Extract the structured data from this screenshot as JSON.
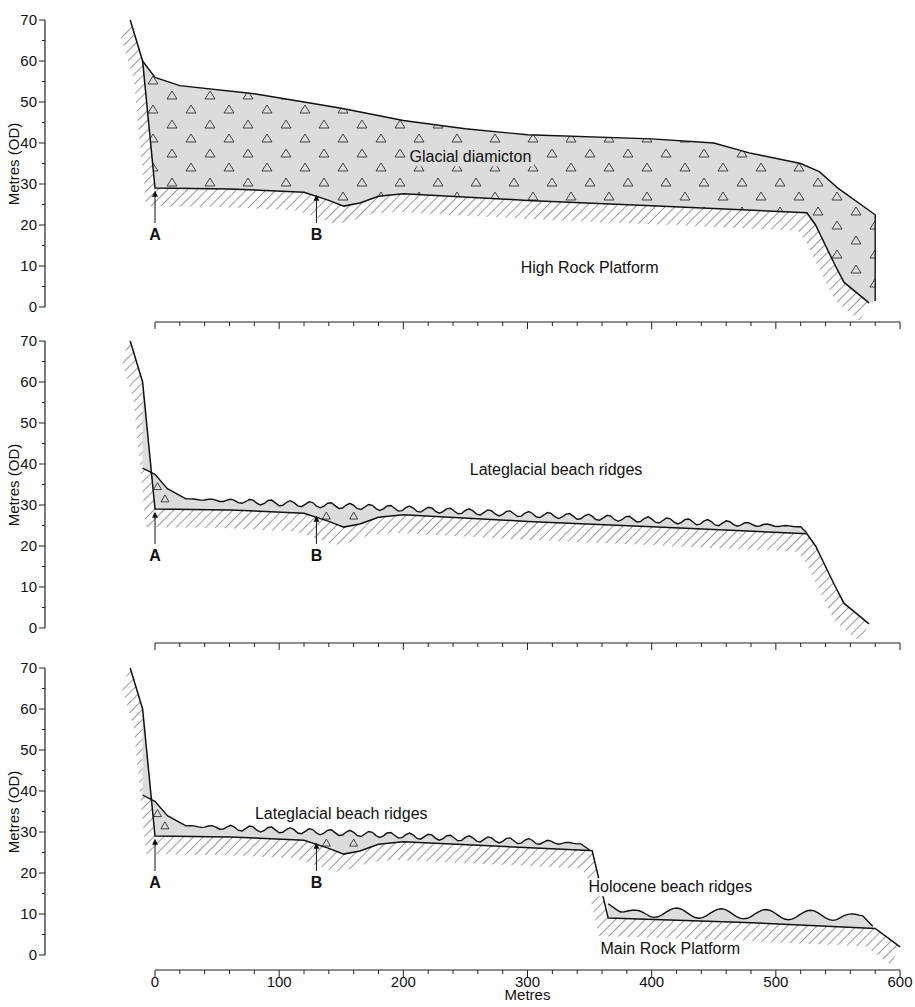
{
  "diagram": {
    "labels": [
      "70",
      "60",
      "50",
      "40",
      "30",
      "20",
      "10",
      "0",
      "Metres (OD)",
      "70",
      "60",
      "50",
      "40",
      "30",
      "20",
      "10",
      "0",
      "Metres (OD)",
      "70",
      "60",
      "50",
      "40",
      "30",
      "20",
      "10",
      "0",
      "Metres (OD)",
      "0",
      "100",
      "200",
      "300",
      "400",
      "500",
      "600",
      "Metres",
      "Glacial diamicton",
      "High Rock Platform",
      "A",
      "B",
      "Lateglacial beach ridges",
      "A",
      "B",
      "Lateglacial beach ridges",
      "Holocene beach ridges",
      "Main Rock Platform",
      "A",
      "B"
    ]
  }
}
